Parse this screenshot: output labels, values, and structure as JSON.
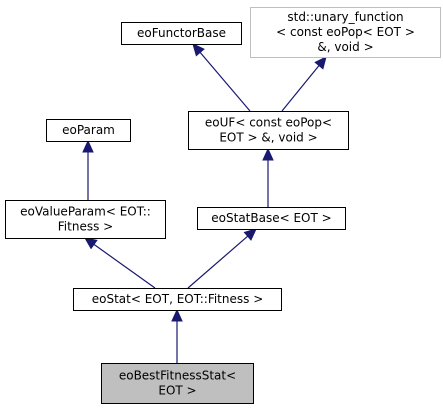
{
  "nodes": [
    {
      "id": "eoFunctorBase",
      "lines": [
        "eoFunctorBase"
      ]
    },
    {
      "id": "unary_function",
      "lines": [
        "std::unary_function",
        "< const eoPop< EOT >",
        "&, void >"
      ]
    },
    {
      "id": "eoParam",
      "lines": [
        "eoParam"
      ]
    },
    {
      "id": "eoUF",
      "lines": [
        "eoUF< const eoPop<",
        "EOT > &, void >"
      ]
    },
    {
      "id": "eoValueParam",
      "lines": [
        "eoValueParam< EOT::",
        "Fitness >"
      ]
    },
    {
      "id": "eoStatBase",
      "lines": [
        "eoStatBase< EOT >"
      ]
    },
    {
      "id": "eoStat",
      "lines": [
        "eoStat< EOT, EOT::Fitness >"
      ]
    },
    {
      "id": "eoBestFitnessStat",
      "lines": [
        "eoBestFitnessStat<",
        "EOT >"
      ]
    }
  ],
  "colors": {
    "edge": "#191970",
    "highlight_fill": "#bfbfbf",
    "external_border": "#bfbfbf",
    "border": "#000000"
  }
}
